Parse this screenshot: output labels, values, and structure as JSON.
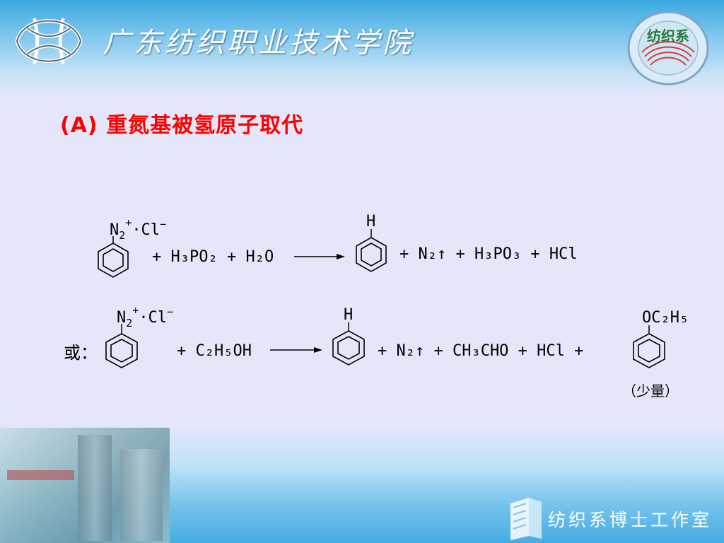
{
  "header": {
    "school_name": "广东纺织职业技术学院",
    "emblem_text": "纺织系"
  },
  "slide": {
    "title": "(A)  重氮基被氢原子取代",
    "reaction1": {
      "reactant_group": "N",
      "reactant_sub": "2",
      "reactant_sup": "+",
      "counterion": "·Cl",
      "counterion_sup": "−",
      "reagents": "+ H₃PO₂ + H₂O",
      "product_group": "H",
      "byproducts": "+ N₂↑ + H₃PO₃ + HCl"
    },
    "reaction2": {
      "prefix": "或：",
      "reactant_group": "N",
      "reactant_sub": "2",
      "reactant_sup": "+",
      "counterion": "·Cl",
      "counterion_sup": "−",
      "reagents": "+ C₂H₅OH",
      "product_group": "H",
      "byproducts": "+ N₂↑ + CH₃CHO + HCl +",
      "side_product_group": "OC₂H₅",
      "side_product_note": "（少量）"
    }
  },
  "footer": {
    "text": "纺织系博士工作室"
  },
  "colors": {
    "title": "#ff0000",
    "header_blue": "#3aa8e0",
    "background": "#e6e6fa"
  }
}
